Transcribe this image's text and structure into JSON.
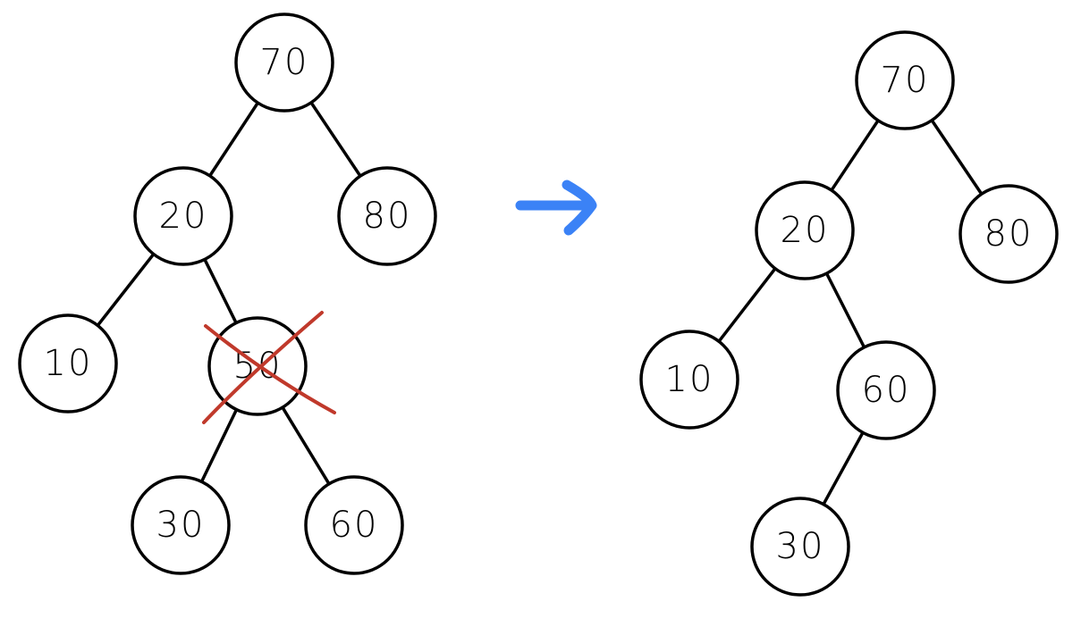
{
  "colors": {
    "stroke": "#000000",
    "node_fill": "#ffffff",
    "strike": "#c0392b",
    "arrow": "#3b82f6",
    "background": "#ffffff"
  },
  "before_tree": {
    "nodes": [
      {
        "id": "70",
        "label": "70"
      },
      {
        "id": "20",
        "label": "20"
      },
      {
        "id": "80",
        "label": "80"
      },
      {
        "id": "10",
        "label": "10"
      },
      {
        "id": "50",
        "label": "50",
        "struck_out": true
      },
      {
        "id": "30",
        "label": "30"
      },
      {
        "id": "60",
        "label": "60"
      }
    ],
    "edges": [
      [
        "70",
        "20"
      ],
      [
        "70",
        "80"
      ],
      [
        "20",
        "10"
      ],
      [
        "20",
        "50"
      ],
      [
        "50",
        "30"
      ],
      [
        "50",
        "60"
      ]
    ]
  },
  "transition": {
    "icon": "right-arrow-icon"
  },
  "after_tree": {
    "nodes": [
      {
        "id": "70",
        "label": "70"
      },
      {
        "id": "20",
        "label": "20"
      },
      {
        "id": "80",
        "label": "80"
      },
      {
        "id": "10",
        "label": "10"
      },
      {
        "id": "60",
        "label": "60"
      },
      {
        "id": "30",
        "label": "30"
      }
    ],
    "edges": [
      [
        "70",
        "20"
      ],
      [
        "70",
        "80"
      ],
      [
        "20",
        "10"
      ],
      [
        "20",
        "60"
      ],
      [
        "60",
        "30"
      ]
    ]
  }
}
